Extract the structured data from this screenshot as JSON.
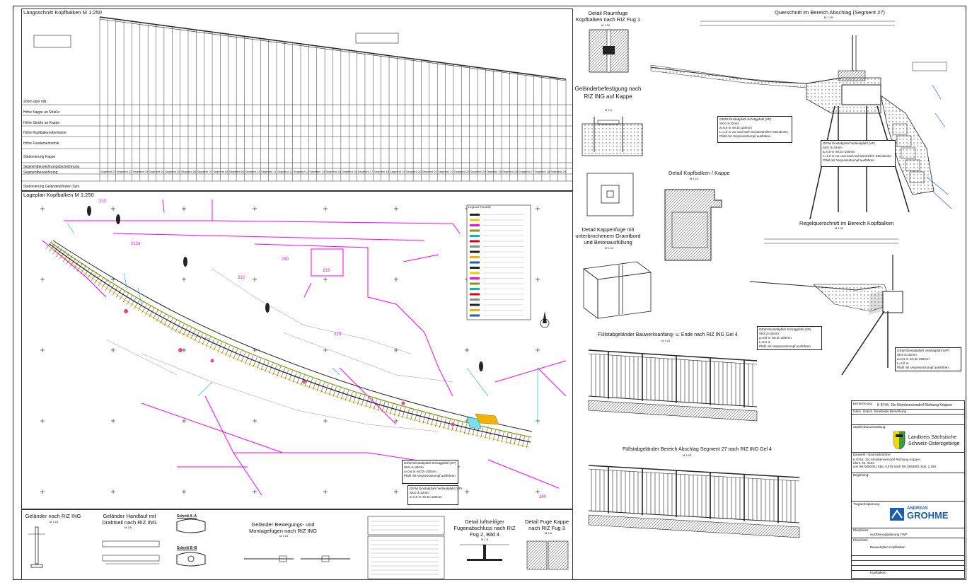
{
  "colors": {
    "line": "#222222",
    "magenta": "#ff00ff",
    "cyan": "#00b4c8",
    "yellow": "#f0c800",
    "red": "#e00000",
    "green": "#3aa13a",
    "blue": "#1a5fa8"
  },
  "laengsschnitt": {
    "title": "Längsschnitt Kopfbalken M 1:250",
    "level": "200m über NN",
    "rows": [
      "Höhe Kappe an Straße",
      "Höhe Straße an Kappe",
      "Höhe Kopfbalkenoberkante",
      "Höhe Fundamentsohle",
      "Stationierung Kappe",
      "Segmentbezeichnungsbezeichnung",
      "Segmentbezeichnung",
      "Stationierung Geländerpfosten Sym."
    ],
    "segments": [
      "Segment 01",
      "Segment 02",
      "Segment 03",
      "Segment 04",
      "Segment 05",
      "Segment 06",
      "Segment 07",
      "Segment 08",
      "Segment 09",
      "Segment 10",
      "Segment 11",
      "Segment 12",
      "Segment 13",
      "Segment 14",
      "Segment 15",
      "Segment 16",
      "Segment 17",
      "Segment 18",
      "Segment 19",
      "Segment 20",
      "Segment 21",
      "Segment 22",
      "Segment 23",
      "Segment 24",
      "Segment 25",
      "Segment 26",
      "Segment 27",
      "Segment 28",
      "Segment 29"
    ]
  },
  "lageplan": {
    "title": "Lageplan Kopfbalken M 1:250",
    "parcels": [
      "213",
      "212a",
      "230",
      "213",
      "212",
      "213",
      "240"
    ],
    "legend_title": "Legende Planteile"
  },
  "raumfuge": {
    "title": "Detail Raumfuge Kopfbalken nach RIZ Fug 1",
    "scale": "M 1:10"
  },
  "gelaender_befestigung": {
    "title": "Geländerbefestigung nach RIZ ING auf Kappe",
    "scale": "M 1:5"
  },
  "kappenfuge": {
    "title": "Detail Kappenfuge mit unterbrochenem Granitbord und Betonausfüllung",
    "scale": "M 1:10"
  },
  "kopfbalken_kappe": {
    "title": "Detail Kopfbalken / Kappe",
    "scale": "M 1:10"
  },
  "querschnitt": {
    "title": "Querschnitt im Bereich Abschlag (Segment 27)",
    "scale": "M 1:25"
  },
  "regelquerschnitt": {
    "title": "Regelquerschnitt im Bereich Kopfbalken",
    "scale": "M 1:25"
  },
  "anker_boxes": [
    {
      "title": "GEWI Einstabpfahl Schrägpfahl (SP)",
      "lines": [
        "SKS d=32mm",
        "a=0,6 m mit D=150mm",
        "L=1,0 m vor und nach Schutzstreifen Steindecke",
        "Pfahl mit Verpressstrumpf ausführen"
      ]
    },
    {
      "title": "GEWI Einstabpfahl Vertikalpfahl (VP)",
      "lines": [
        "SKS d=32mm",
        "a=0,6 m mit D=150mm",
        "L=1,0 m vor und nach Schutzstreifen Steindecke",
        "Pfahl mit Verpressstrumpf ausführen"
      ]
    },
    {
      "title": "GEWI Einstabpfahl Schrägpfahl (SP)",
      "lines": [
        "SKS d=32mm",
        "a=0,6 m mit D=150mm",
        "L=2,0 m",
        "Pfahl mit Verpressstrumpf ausführen"
      ]
    },
    {
      "title": "GEWI Einstabpfahl Vertikalpfahl (VP)",
      "lines": [
        "SKS d=32mm",
        "a=0,6 m mit D=150mm",
        "L=2,0 m",
        "Pfahl mit Verpressstrumpf ausführen"
      ]
    }
  ],
  "fuellstab1": {
    "title": "Füllstabgeländer Bauwerksanfang- u. Ende nach RIZ ING Gel 4",
    "scale": "M 1:20"
  },
  "fuellstab2": {
    "title": "Füllstabgeländer Bereich Abschlag Segment 27 nach RIZ ING Gel 4",
    "scale": "M 1:20"
  },
  "bottom": {
    "gelaender": {
      "title": "Geländer nach RIZ ING",
      "scale": "M 1:10"
    },
    "handlauf": {
      "title": "Geländer Handlauf mit Drahtseil nach RIZ ING",
      "scale": "M 1:5"
    },
    "schnitt_aa": "Schnitt A–A",
    "schnitt_bb": "Schnitt B–B",
    "bewegung": {
      "title": "Geländer Bewegungs- und Montagefugen nach RIZ ING",
      "scale": "M 1:10"
    },
    "luftseitig": {
      "title": "Detail luftseitiger Fugenabschluss nach RIZ Fug 2, Bild 4",
      "scale": "M 1:5"
    },
    "fuge_kappe": {
      "title": "Detail Fuge Kappe nach RIZ Fug 3",
      "scale": "M 1:5"
    }
  },
  "titleblock": {
    "bezeichnung_label": "Bezeichnung:",
    "project": "K 8744, 15c Kleinhennersdorf Richtung Krippen",
    "cols": [
      "Index",
      "Datum",
      "Bearbeiter",
      "Bemerkung"
    ],
    "strassenbauverwaltung": "Straßenbauverwaltung:",
    "authority_line1": "Landkreis Sächsische",
    "authority_line2": "Schweiz-Osterzgebirge",
    "bauwerk_label": "Bauwerk / Baumaßnahme:",
    "bauwerk_lines": [
      "K 8744, 15c Kleinhennersdorf Richtung Krippen",
      "Ident.-Nr. 4123",
      "von NK 5050001 Stat. 0,575 nach NK 5050001 Stat. 1,150"
    ],
    "begleitung": "Begleitung:",
    "tragwerk": "Tragwerksplanung:",
    "company_top": "ANDREAS",
    "company_name": "GROHME",
    "planphase_label": "Planphase:",
    "planphase": "Ausführungsplanung TWP",
    "planinhalt_label": "Planinhalt:",
    "planinhalt": "Bauwerkplan Kopfbalken",
    "bottom_footer": "Kopfbalken"
  }
}
